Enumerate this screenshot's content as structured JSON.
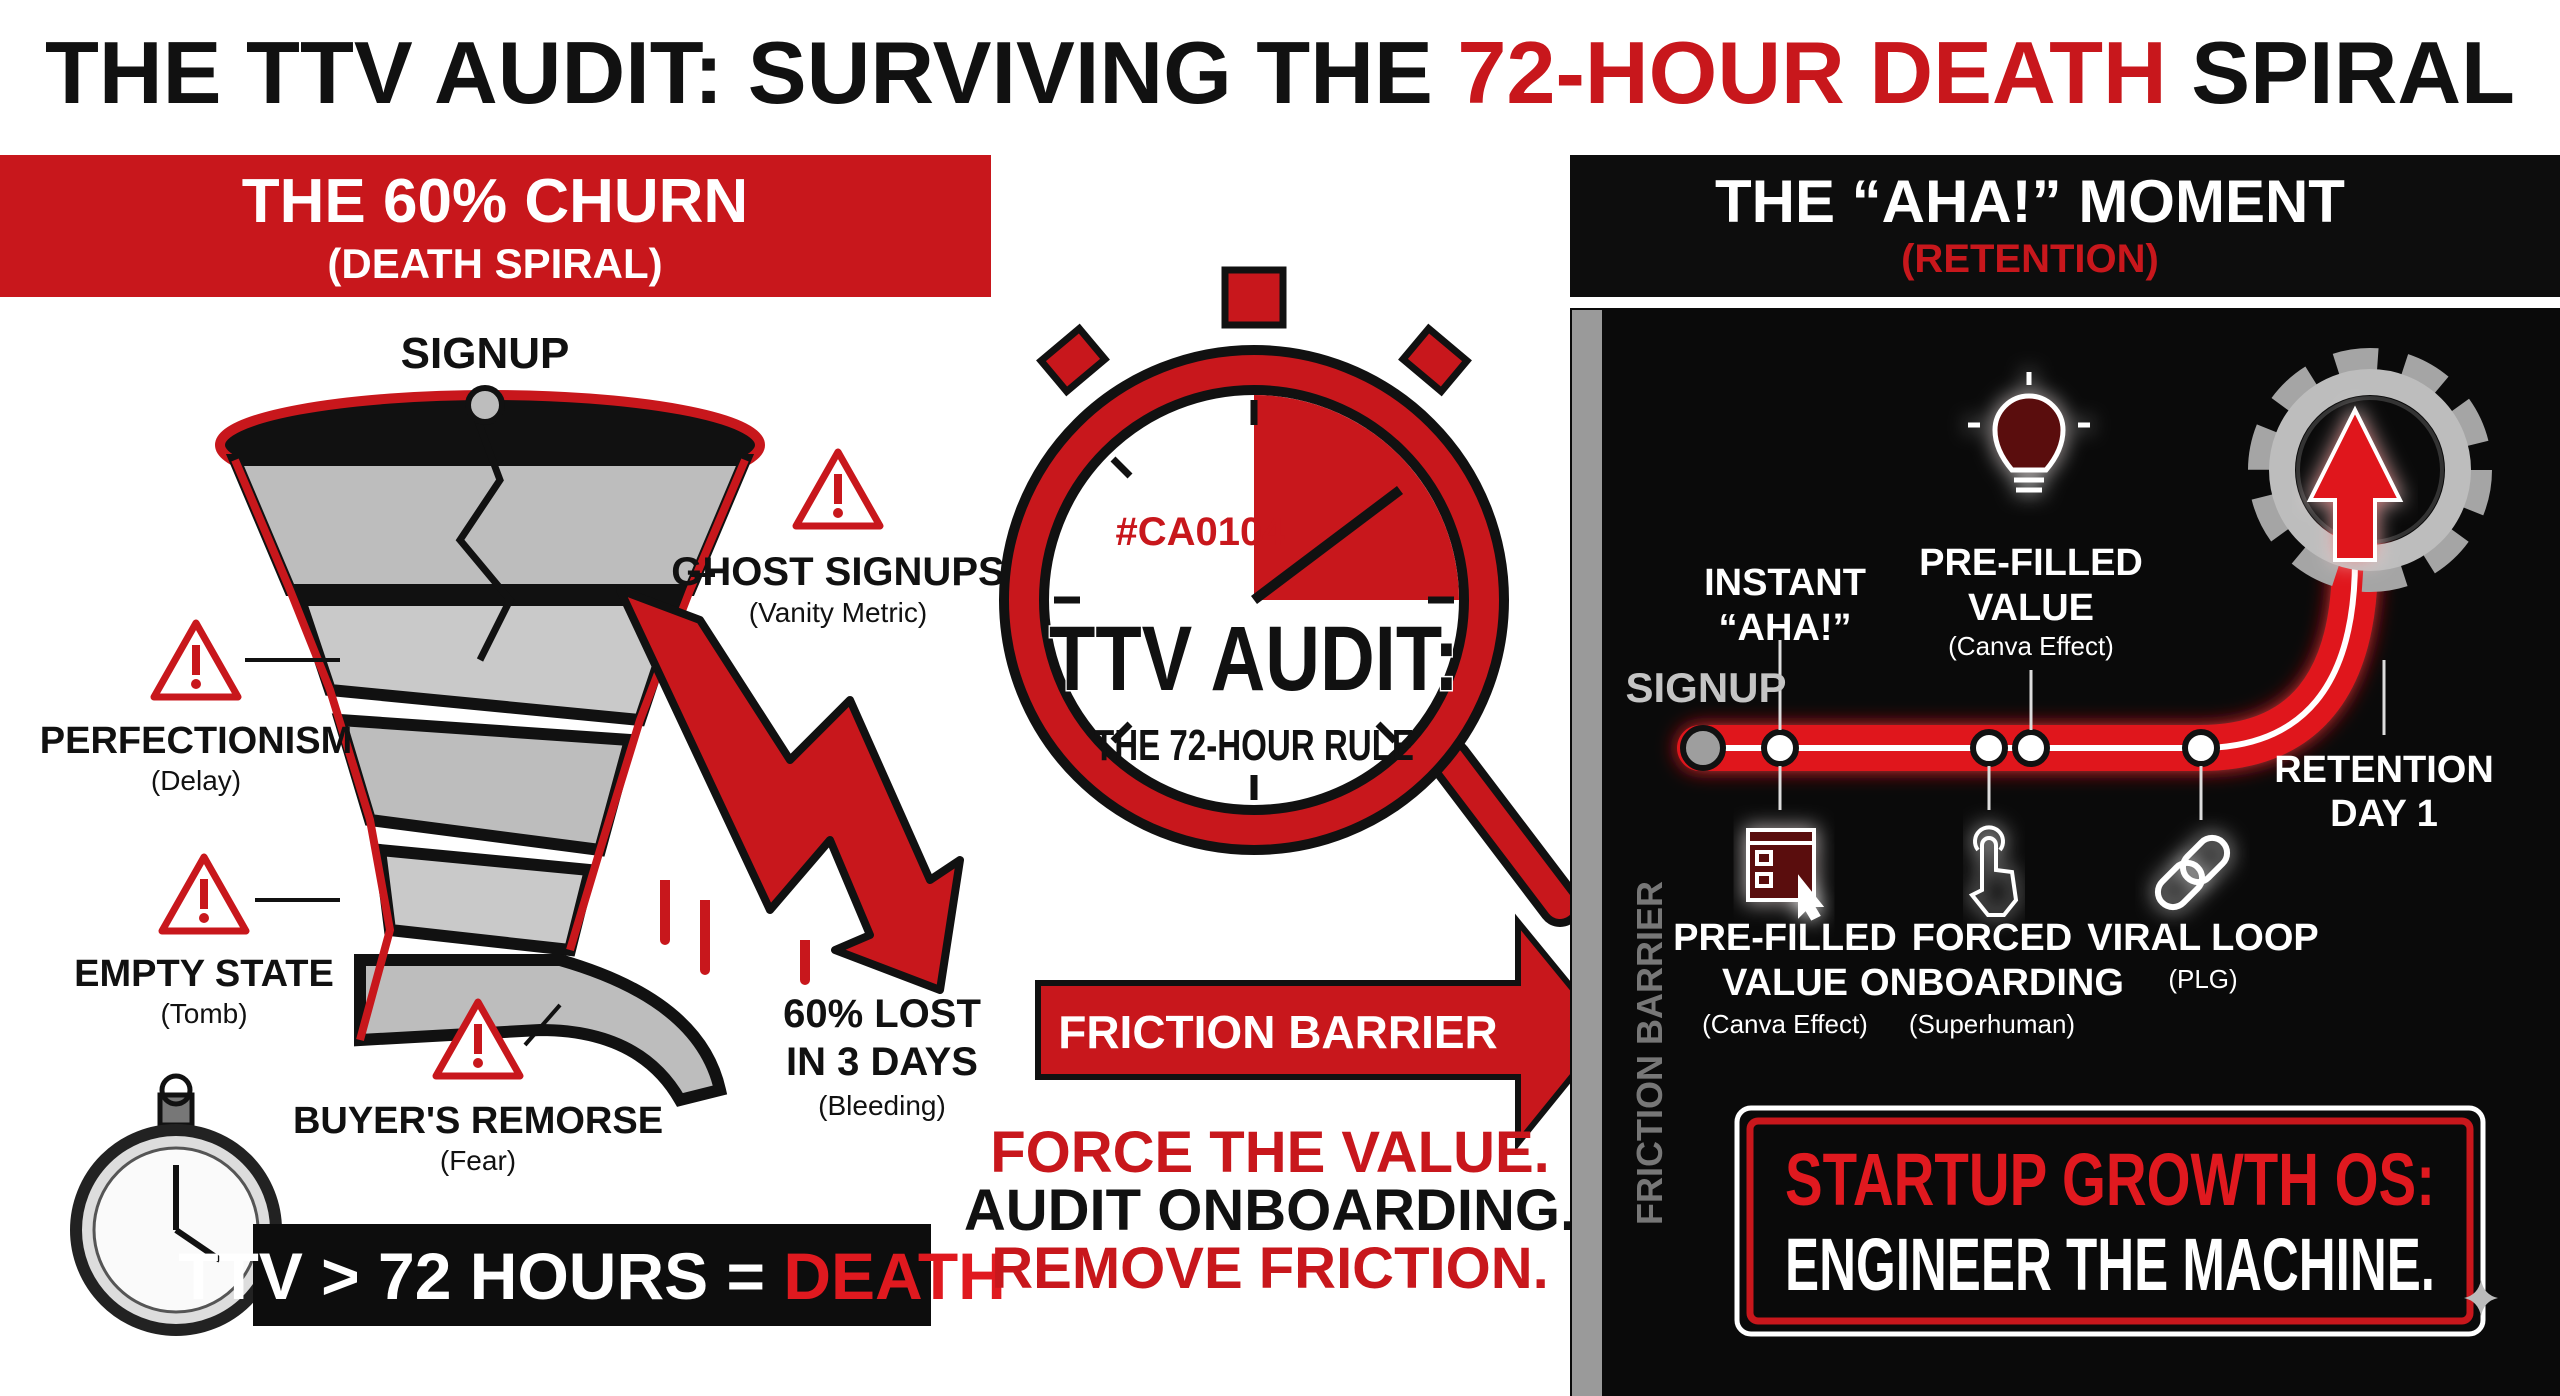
{
  "title": {
    "part1": "THE TTV AUDIT: SURVIVING THE ",
    "part2": "72-HOUR DEATH",
    "part3": " SPIRAL"
  },
  "colors": {
    "red": "#c8171c",
    "black": "#0d0d0d",
    "gray": "#bdbdbd",
    "white": "#ffffff"
  },
  "left": {
    "banner_title": "THE 60% CHURN",
    "banner_subtitle": "(DEATH SPIRAL)",
    "signup": "SIGNUP",
    "labels": [
      {
        "title": "GHOST SIGNUPS",
        "sub": "(Vanity Metric)",
        "icon": "warning-icon"
      },
      {
        "title": "PERFECTIONISM",
        "sub": "(Delay)",
        "icon": "warning-icon"
      },
      {
        "title": "EMPTY STATE",
        "sub": "(Tomb)",
        "icon": "warning-icon"
      },
      {
        "title": "BUYER'S REMORSE",
        "sub": "(Fear)",
        "icon": "warning-icon"
      }
    ],
    "loss": {
      "line1": "60% LOST",
      "line2": "IN 3 DAYS",
      "sub": "(Bleeding)"
    },
    "rule": {
      "text": "TTV > 72 HOURS = ",
      "emphasis": "DEATH"
    }
  },
  "center": {
    "tag": "#CA0104",
    "title": "TTV AUDIT:",
    "subtitle": "THE 72-HOUR RULE",
    "arrow_label": "FRICTION BARRIER",
    "actions": [
      "FORCE THE VALUE.",
      "AUDIT ONBOARDING.",
      "REMOVE FRICTION."
    ]
  },
  "right": {
    "header_title": "THE “AHA!” MOMENT",
    "header_subtitle": "(RETENTION)",
    "barrier_label": "FRICTION BARRIER",
    "signup": "SIGNUP",
    "top_labels": [
      {
        "line1": "INSTANT",
        "line2": "“AHA!”"
      },
      {
        "line1": "PRE-FILLED",
        "line2": "VALUE",
        "sub": "(Canva Effect)",
        "icon": "lightbulb-icon"
      }
    ],
    "bottom_labels": [
      {
        "line1": "PRE-FILLED",
        "line2": "VALUE",
        "sub": "(Canva Effect)",
        "icon": "template-cursor-icon"
      },
      {
        "line1": "FORCED",
        "line2": "ONBOARDING",
        "sub": "(Superhuman)",
        "icon": "tap-hand-icon"
      },
      {
        "line1": "VIRAL LOOP",
        "sub": "(PLG)",
        "icon": "link-icon"
      }
    ],
    "retention": {
      "line1": "RETENTION",
      "line2": "DAY 1"
    },
    "cta": {
      "line1": "STARTUP GROWTH OS:",
      "line2": "ENGINEER THE MACHINE."
    }
  }
}
